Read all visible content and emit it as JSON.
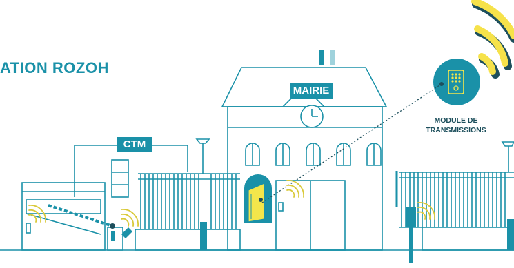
{
  "title": "ATION ROZOH",
  "labels": {
    "mairie": "MAIRIE",
    "ctm": "CTM",
    "module_line1": "MODULE DE",
    "module_line2": "TRANSMISSIONS"
  },
  "colors": {
    "primary": "#1a91a8",
    "accent_yellow": "#f3e64b",
    "wave_yellow": "#f6e24a",
    "flag_blue": "#1a91a8",
    "flag_light": "#9fd2dc",
    "text_dark": "#1d4f5c"
  },
  "icons": [
    "wifi-waves-icon",
    "keypad-module-icon",
    "clock-icon",
    "flag-icon",
    "barrier-gate-icon",
    "door-icon"
  ]
}
